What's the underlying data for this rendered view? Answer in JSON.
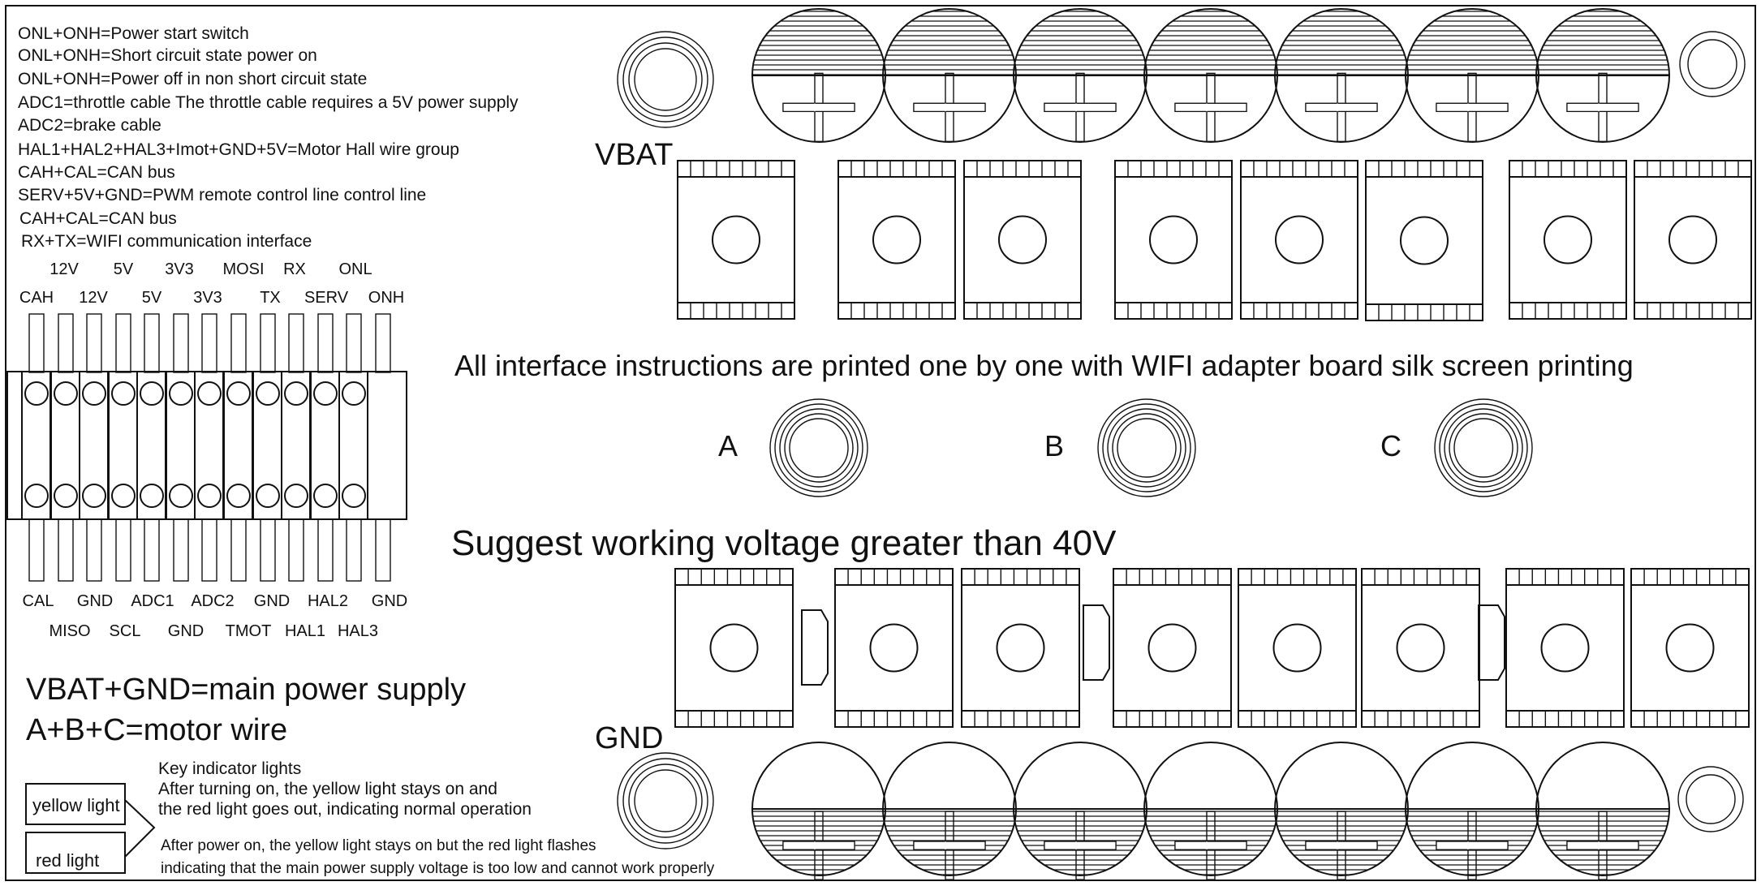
{
  "notes": [
    "ONL+ONH=Power start switch",
    "ONL+ONH=Short circuit state power on",
    "ONL+ONH=Power off in non short circuit state",
    "ADC1=throttle cable The throttle cable requires a 5V power supply",
    "ADC2=brake cable",
    "HAL1+HAL2+HAL3+Imot+GND+5V=Motor Hall wire group",
    "CAH+CAL=CAN bus",
    "SERV+5V+GND=PWM remote control line control line",
    "CAH+CAL=CAN bus",
    "RX+TX=WIFI communication interface"
  ],
  "connector": {
    "top_row_upper": [
      "12V",
      "5V",
      "3V3",
      "MOSI",
      "RX",
      "ONL"
    ],
    "top_row_lower": [
      "CAH",
      "12V",
      "5V",
      "3V3",
      "TX",
      "SERV",
      "ONH"
    ],
    "bottom_row_upper": [
      "CAL",
      "GND",
      "ADC1",
      "ADC2",
      "GND",
      "HAL2",
      "GND"
    ],
    "bottom_row_lower": [
      "MISO",
      "SCL",
      "GND",
      "TMOT",
      "HAL1",
      "HAL3"
    ]
  },
  "labels": {
    "vbat": "VBAT",
    "gnd": "GND",
    "phase_a": "A",
    "phase_b": "B",
    "phase_c": "C",
    "main_note": "All interface instructions are printed one by one with WIFI adapter board silk screen printing",
    "voltage_note": "Suggest working voltage greater than 40V",
    "power_supply": "VBAT+GND=main power supply",
    "motor_wire": "A+B+C=motor wire"
  },
  "indicators": {
    "yellow_label": "yellow light",
    "red_label": "red light",
    "title": "Key indicator lights",
    "normal_line1": "After turning on, the yellow light stays on and",
    "normal_line2": "the red light goes out, indicating normal operation",
    "fault_line1": "After power on, the yellow light stays on but the red light flashes",
    "fault_line2": "indicating that the main power supply voltage is too low and cannot work properly"
  }
}
